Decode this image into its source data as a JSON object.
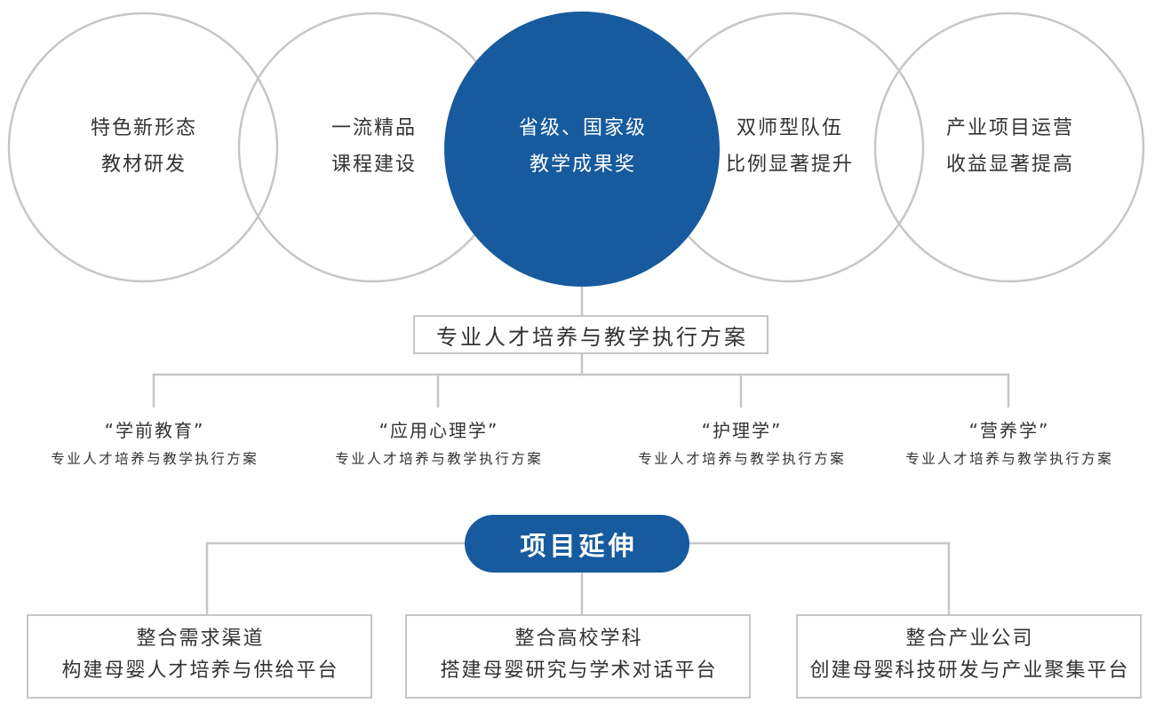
{
  "colors": {
    "accent": "#175a9e",
    "outline": "#c6c6c6",
    "text": "#333333"
  },
  "outcome_circles": [
    {
      "line1": "特色新形态",
      "line2": "教材研发",
      "highlight": false
    },
    {
      "line1": "一流精品",
      "line2": "课程建设",
      "highlight": false
    },
    {
      "line1": "省级、国家级",
      "line2": "教学成果奖",
      "highlight": true
    },
    {
      "line1": "双师型队伍",
      "line2": "比例显著提升",
      "highlight": false
    },
    {
      "line1": "产业项目运营",
      "line2": "收益显著提高",
      "highlight": false
    }
  ],
  "plan": {
    "label": "专业人才培养与教学执行方案"
  },
  "majors": [
    {
      "name": "“学前教育”",
      "subtitle": "专业人才培养与教学执行方案"
    },
    {
      "name": "“应用心理学”",
      "subtitle": "专业人才培养与教学执行方案"
    },
    {
      "name": "“护理学”",
      "subtitle": "专业人才培养与教学执行方案"
    },
    {
      "name": "“营养学”",
      "subtitle": "专业人才培养与教学执行方案"
    }
  ],
  "extension": {
    "label": "项目延伸",
    "items": [
      {
        "line1": "整合需求渠道",
        "line2": "构建母婴人才培养与供给平台"
      },
      {
        "line1": "整合高校学科",
        "line2": "搭建母婴研究与学术对话平台"
      },
      {
        "line1": "整合产业公司",
        "line2": "创建母婴科技研发与产业聚集平台"
      }
    ]
  }
}
